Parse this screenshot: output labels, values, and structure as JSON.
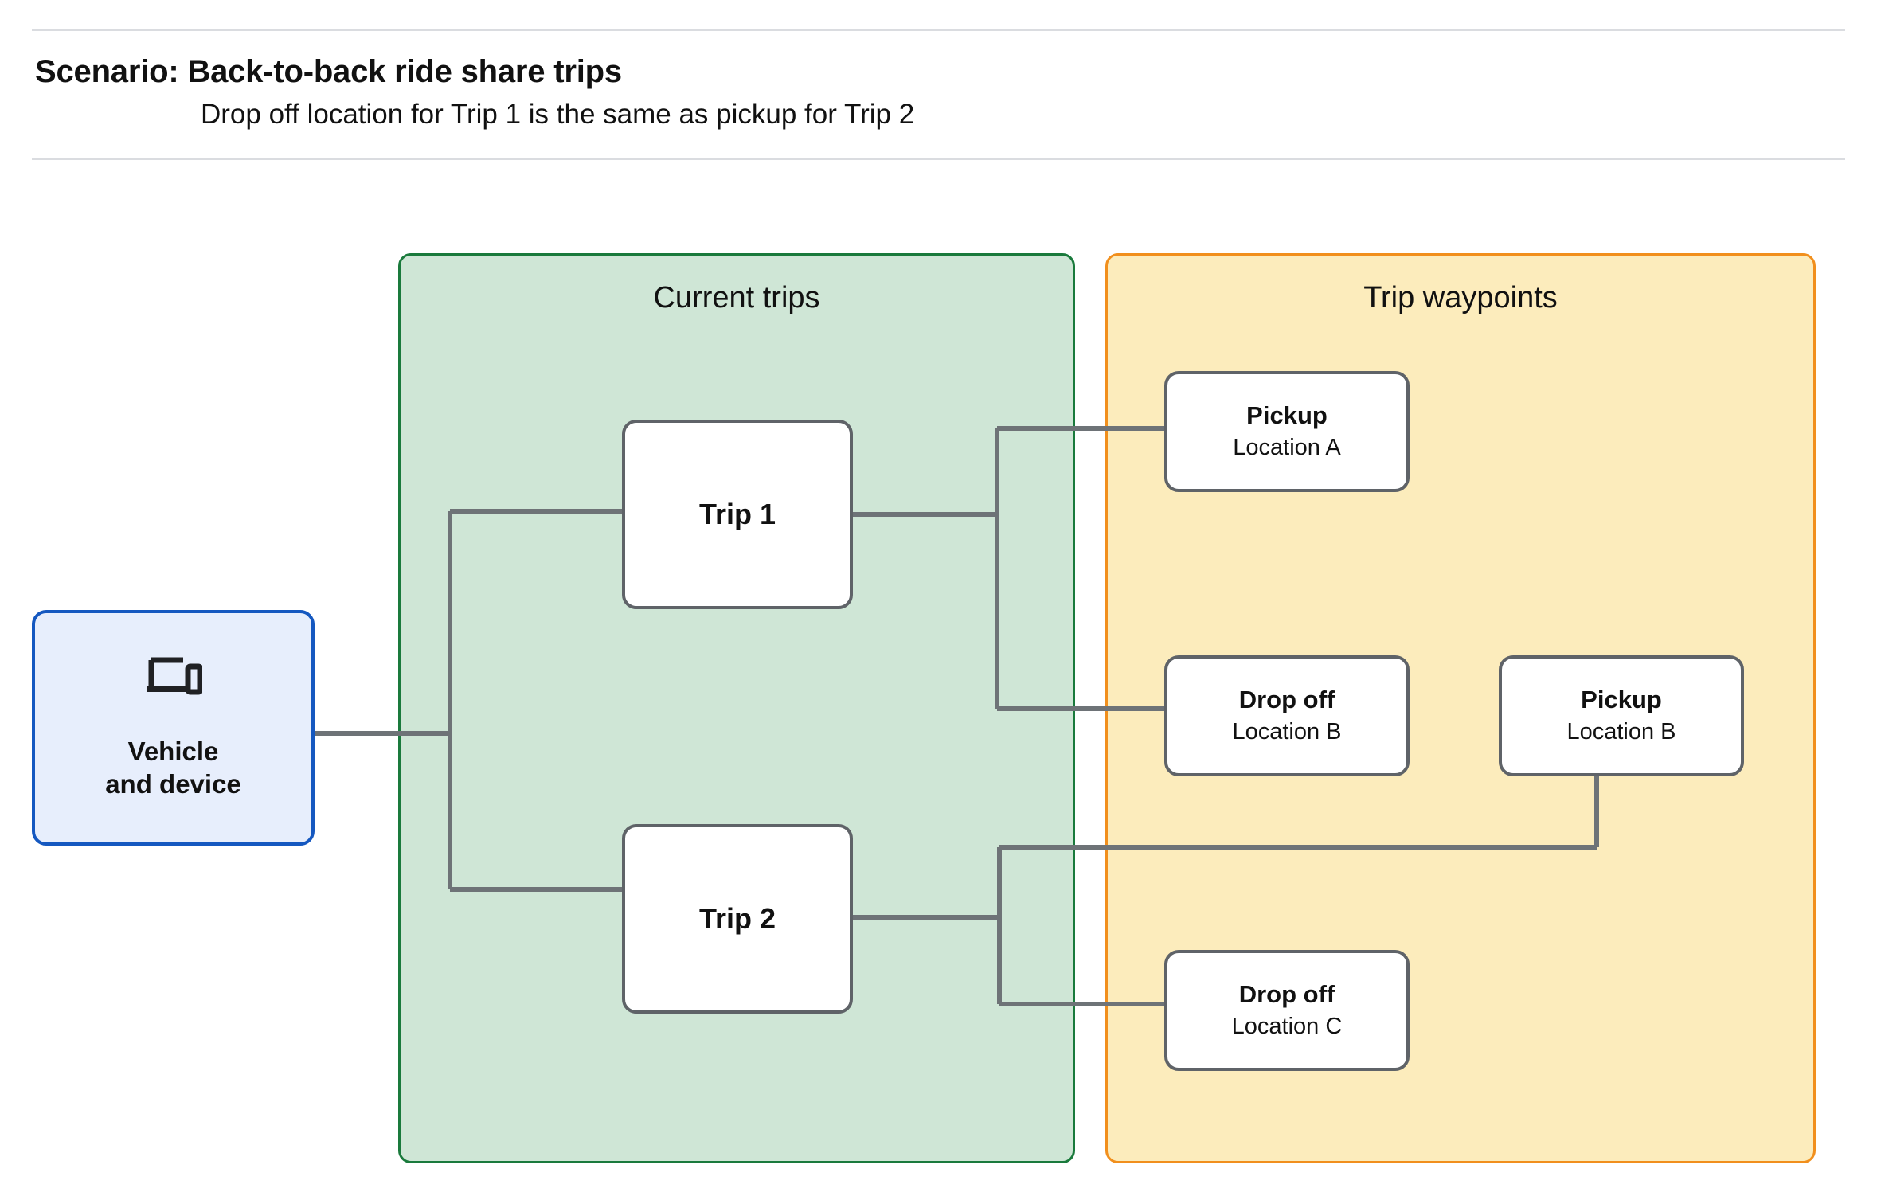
{
  "header": {
    "title": "Scenario: Back-to-back ride share trips",
    "subtitle": "Drop off  location for Trip 1 is the same as pickup for Trip 2"
  },
  "panels": {
    "current_trips": {
      "title": "Current trips"
    },
    "trip_waypoints": {
      "title": "Trip waypoints"
    }
  },
  "nodes": {
    "vehicle": {
      "icon": "devices-icon",
      "line1": "Vehicle",
      "line2": "and device"
    },
    "trips": [
      {
        "label": "Trip 1"
      },
      {
        "label": "Trip 2"
      }
    ],
    "waypoints": [
      {
        "kind": "Pickup",
        "location": "Location A"
      },
      {
        "kind": "Drop off",
        "location": "Location B"
      },
      {
        "kind": "Pickup",
        "location": "Location B"
      },
      {
        "kind": "Drop off",
        "location": "Location C"
      }
    ]
  },
  "colors": {
    "current_trips_fill": "#cfe6d6",
    "current_trips_border": "#1a7a3c",
    "trip_waypoints_fill": "#fcecbc",
    "trip_waypoints_border": "#f18f1d",
    "vehicle_fill": "#e7eefc",
    "vehicle_border": "#1558c0",
    "node_border": "#5f6368",
    "connector": "#6e7377",
    "rule": "#dadce0"
  }
}
